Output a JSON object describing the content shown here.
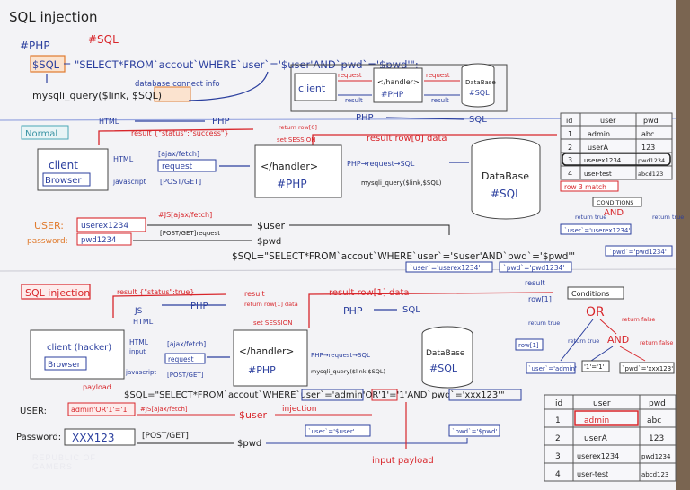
{
  "top": {
    "title": "SQL injection",
    "tag_php": "#PHP",
    "tag_sql": "#SQL",
    "sql_line": "$SQL = \"SELECT*FROM`accout`WHERE`user`='$user'AND`pwd`='$pwd'\";",
    "query_line": "mysqli_query($link, $SQL)",
    "db_connect_info": "database connect info",
    "client": "client",
    "request": "request",
    "result": "result",
    "handler": "</handler>",
    "php": "#PHP",
    "database": "DataBase",
    "sql": "#SQL"
  },
  "normal": {
    "label": "Normal",
    "html_label": "HTML",
    "php_label": "PHP",
    "sql_label": "SQL",
    "result_status": "result {\"status\":\"success\"}",
    "return_row": "return row[0]",
    "set_session": "set SESSION",
    "result_row": "result row[0] data",
    "client": "client",
    "browser": "Browser",
    "html": "HTML",
    "javascript": "javascript",
    "ajax_fetch": "[ajax/fetch]",
    "request": "request",
    "post_get": "[POST/GET]",
    "handler": "</handler>",
    "php": "#PHP",
    "php_request_sql": "PHP→request→SQL",
    "mysqli": "mysqli_query($link,$SQL)",
    "database": "DataBase",
    "sql": "#SQL",
    "user_label": "USER:",
    "user_value": "userex1234",
    "password_label": "password:",
    "password_value": "pwd1234",
    "js_ajax": "#JS[ajax/fetch]",
    "post_get_2": "[POST/GET]request",
    "var_user": "$user",
    "var_pwd": "$pwd",
    "sql_line": "$SQL=\"SELECT*FROM`accout`WHERE`user`='$user'AND`pwd`='$pwd'\"",
    "user_box": "`user`='userex1234'",
    "pwd_box": "`pwd`='pwd1234'",
    "conditions": "CONDITIONS",
    "and": "AND",
    "return_true": "return true",
    "user_eq": "`user`='userex1234'",
    "pwd_eq": "`pwd`='pwd1234'",
    "row3_match": "row 3 match"
  },
  "table": {
    "headers": [
      "id",
      "user",
      "pwd"
    ],
    "rows": [
      [
        "1",
        "admin",
        "abc"
      ],
      [
        "2",
        "userA",
        "123"
      ],
      [
        "3",
        "userex1234",
        "pwd1234"
      ],
      [
        "4",
        "user-test",
        "abcd123"
      ]
    ]
  },
  "injection": {
    "label": "SQL injection",
    "result_status": "result {\"status\":true}",
    "php_label": "PHP",
    "js_label": "JS",
    "html_label": "HTML",
    "result": "result",
    "return_row_data": "return row[1] data",
    "set_session": "set SESSION",
    "result_row": "result row[1] data",
    "result_2": "result",
    "sql_label": "SQL",
    "row1": "row[1]",
    "conditions": "Conditions",
    "client": "client (hacker)",
    "browser": "Browser",
    "html": "HTML",
    "input": "input",
    "javascript": "javascript",
    "ajax_fetch": "[ajax/fetch]",
    "request": "request",
    "post_get": "[POST/GET]",
    "handler": "</handler>",
    "php": "#PHP",
    "php_request_sql": "PHP→request→SQL",
    "mysqli": "mysqli_query($link,$SQL)",
    "database": "DataBase",
    "sql": "#SQL",
    "or": "OR",
    "and": "AND",
    "return_true": "return true",
    "return_false": "return false",
    "row1_box": "row[1]",
    "user_admin": "`user`='admin'",
    "one_one": "'1'='1'",
    "pwd_xxx": "`pwd`='xxx123'",
    "payload": "payload",
    "sql_line": "$SQL=\"SELECT*FROM`accout`WHERE`user`='admin'OR'1'='1'AND`pwd`='xxx123'\"",
    "user_label": "USER:",
    "user_value": "admin'OR'1'='1",
    "js_ajax": "#JS[ajax/fetch]",
    "var_user": "$user",
    "injection_word": "injection",
    "user_user": "`user`='$user'",
    "pwd_pwd": "`pwd`='$pwd'",
    "password_label": "Password:",
    "password_value": "XXX123",
    "post_get_2": "[POST/GET]",
    "var_pwd": "$pwd",
    "input_payload": "input payload"
  },
  "table2": {
    "headers": [
      "id",
      "user",
      "pwd"
    ],
    "rows": [
      [
        "1",
        "admin",
        "abc"
      ],
      [
        "2",
        "userA",
        "123"
      ],
      [
        "3",
        "userex1234",
        "pwd1234"
      ],
      [
        "4",
        "user-test",
        "abcd123"
      ]
    ]
  },
  "watermark": {
    "line1": "REPUBLIC OF",
    "line2": "GAMERS"
  },
  "colors": {
    "ink_blue": "#2b3f9e",
    "ink_red": "#d8262b",
    "ink_black": "#222222",
    "paper": "#f3f3f5",
    "highlight_orange": "#f2a25c"
  }
}
